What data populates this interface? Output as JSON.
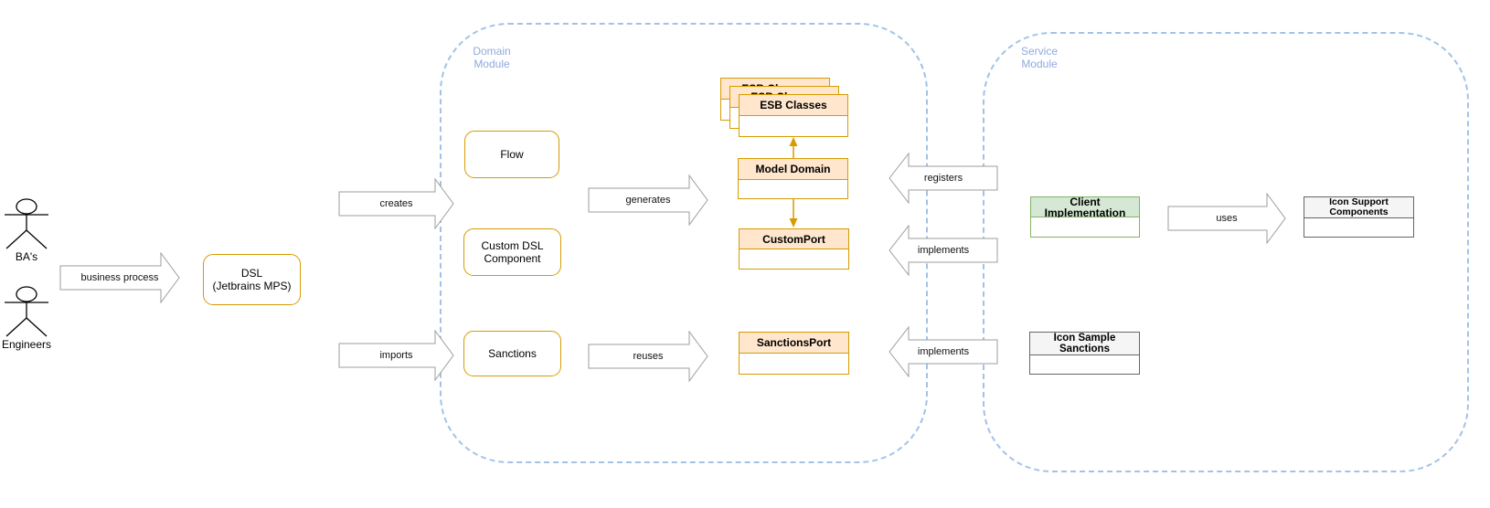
{
  "diagram": {
    "actors": [
      {
        "label": "BA's"
      },
      {
        "label": "Engineers"
      }
    ],
    "dsl_box": {
      "line1": "DSL",
      "line2": "(Jetbrains MPS)"
    },
    "arrows": {
      "business_process": "business process",
      "creates": "creates",
      "imports": "imports",
      "generates": "generates",
      "reuses": "reuses",
      "registers": "registers",
      "implements_custom": "implements",
      "implements_sanctions": "implements",
      "uses": "uses"
    },
    "domain_module": {
      "label_line1": "Domain",
      "label_line2": "Module",
      "flow": "Flow",
      "custom_dsl_line1": "Custom DSL",
      "custom_dsl_line2": "Component",
      "sanctions": "Sanctions",
      "esb_classes": "ESB Classes",
      "model_domain": "Model Domain",
      "custom_port": "CustomPort",
      "sanctions_port": "SanctionsPort"
    },
    "service_module": {
      "label_line1": "Service",
      "label_line2": "Module",
      "client_implementation": "Client Implementation",
      "icon_support_line1": "Icon Support",
      "icon_support_line2": "Components",
      "icon_sample_sanctions": "Icon Sample Sanctions"
    },
    "colors": {
      "orange_border": "#d79b00",
      "orange_fill": "#ffe6cc",
      "green_border": "#82b366",
      "green_fill": "#d5e8d4",
      "gray_border": "#666666",
      "gray_fill": "#f5f5f5",
      "module_dash": "#a3c2e8",
      "module_label": "#8faadc",
      "arrow_stroke": "#9e9e9e"
    }
  }
}
